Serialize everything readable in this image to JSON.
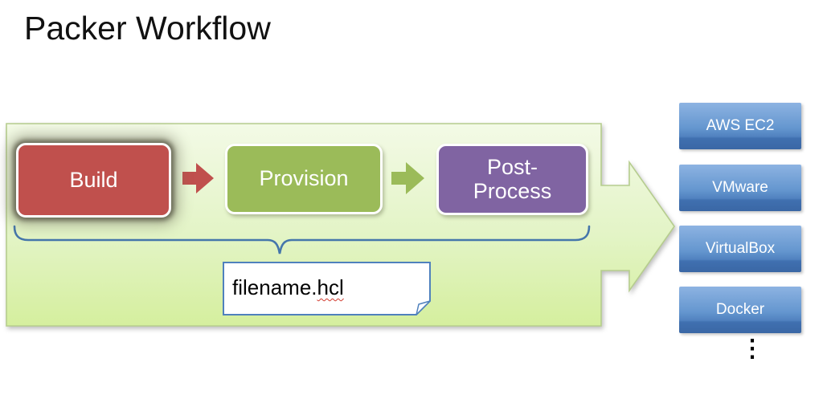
{
  "title": "Packer Workflow",
  "diagram": {
    "container": {
      "fill_top": "#f3fae6",
      "fill_mid": "#e3f4c6",
      "fill_bottom": "#d5ef9e",
      "border": "#b6cd8e"
    },
    "steps": [
      {
        "label": "Build",
        "color": "#c0504d",
        "highlighted": true
      },
      {
        "label": "Provision",
        "color": "#9bbb59",
        "highlighted": false
      },
      {
        "label": "Post-Process",
        "lines": [
          "Post-",
          "Process"
        ],
        "color": "#8064a2",
        "highlighted": false
      }
    ],
    "connectors": [
      {
        "name": "build-to-provision",
        "color": "#c0504d"
      },
      {
        "name": "provision-to-postprocess",
        "color": "#9bbb59"
      }
    ],
    "brace_color": "#4576ab",
    "note": {
      "filename_base": "filename.",
      "filename_ext": "hcl",
      "border_color": "#4f81bd"
    }
  },
  "providers": {
    "box_color": "#4f81bd",
    "items": [
      {
        "label": "AWS EC2"
      },
      {
        "label": "VMware"
      },
      {
        "label": "VirtualBox"
      },
      {
        "label": "Docker"
      }
    ],
    "more_indicator": "⋮"
  }
}
